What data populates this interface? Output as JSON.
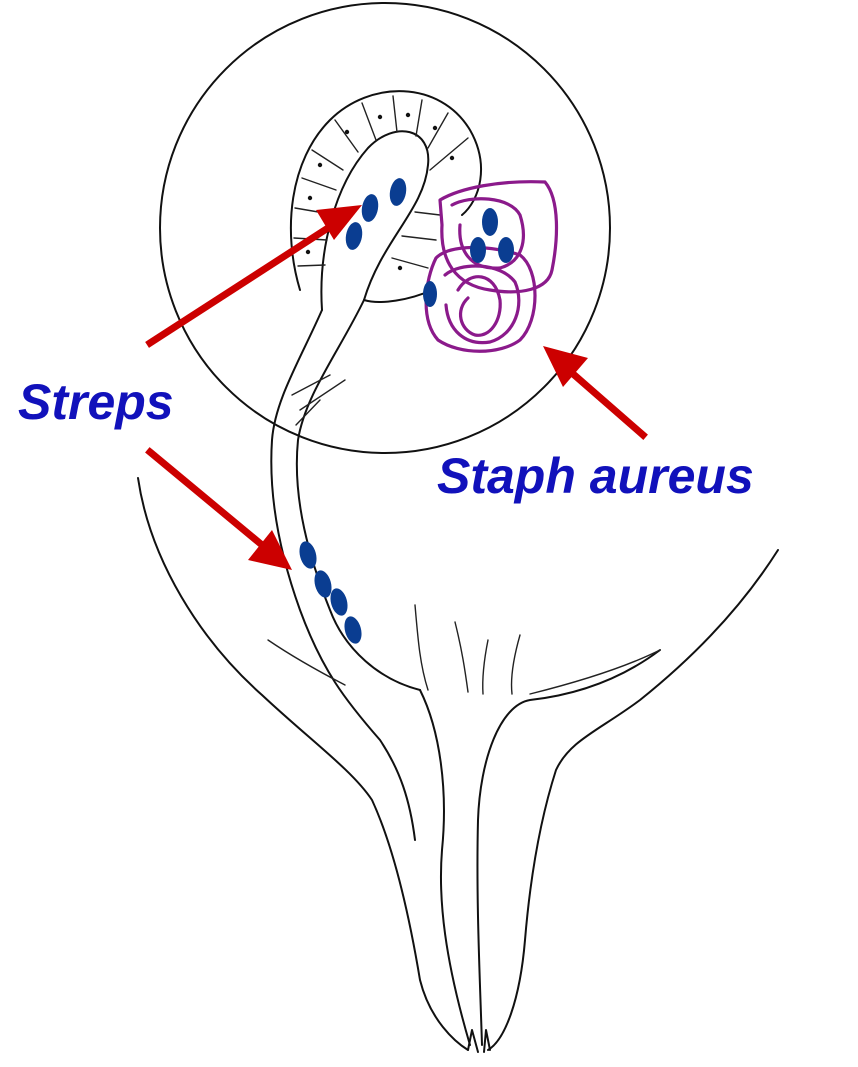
{
  "labels": {
    "streps": "Streps",
    "staph": "Staph aureus"
  },
  "colors": {
    "label_text": "#1111bb",
    "arrow": "#cc0000",
    "bacteria": "#0a3d91",
    "staph_scribble": "#8b1a8b",
    "line_art": "#111111"
  },
  "icons": {
    "arrow_shape": "filled-arrowhead-line",
    "bacteria_shape": "filled-ellipse"
  }
}
